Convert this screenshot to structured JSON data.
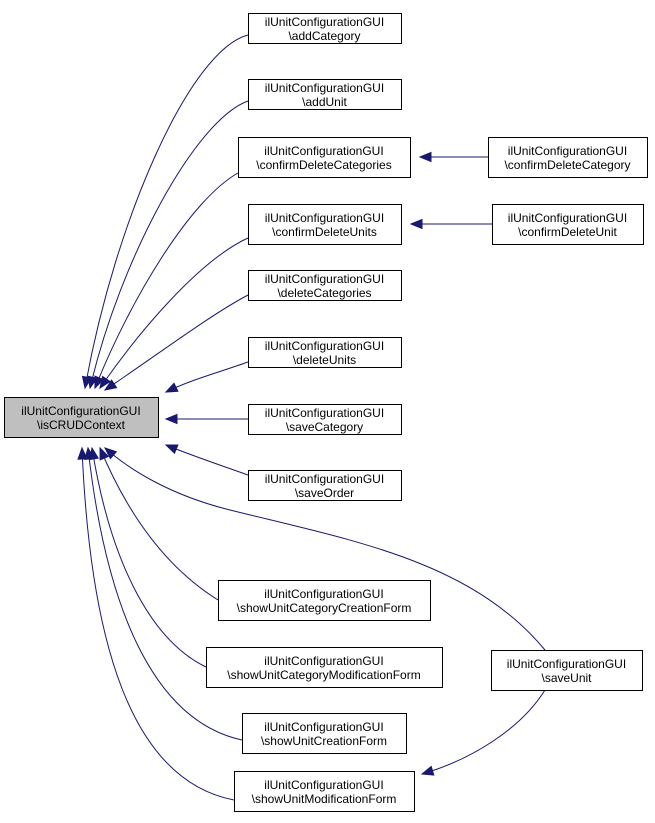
{
  "colors": {
    "edge": "#191970",
    "node_fill": "#ffffff",
    "focus_fill": "#bfbfbf",
    "border": "#000000"
  },
  "nodes": [
    {
      "id": "iscrud",
      "line1": "ilUnitConfigurationGUI",
      "line2": "\\isCRUDContext",
      "focus": true
    },
    {
      "id": "addCategory",
      "line1": "ilUnitConfigurationGUI",
      "line2": "\\addCategory"
    },
    {
      "id": "addUnit",
      "line1": "ilUnitConfigurationGUI",
      "line2": "\\addUnit"
    },
    {
      "id": "confirmDeleteCategories",
      "line1": "ilUnitConfigurationGUI",
      "line2": "\\confirmDeleteCategories"
    },
    {
      "id": "confirmDeleteCategory",
      "line1": "ilUnitConfigurationGUI",
      "line2": "\\confirmDeleteCategory"
    },
    {
      "id": "confirmDeleteUnits",
      "line1": "ilUnitConfigurationGUI",
      "line2": "\\confirmDeleteUnits"
    },
    {
      "id": "confirmDeleteUnit",
      "line1": "ilUnitConfigurationGUI",
      "line2": "\\confirmDeleteUnit"
    },
    {
      "id": "deleteCategories",
      "line1": "ilUnitConfigurationGUI",
      "line2": "\\deleteCategories"
    },
    {
      "id": "deleteUnits",
      "line1": "ilUnitConfigurationGUI",
      "line2": "\\deleteUnits"
    },
    {
      "id": "saveCategory",
      "line1": "ilUnitConfigurationGUI",
      "line2": "\\saveCategory"
    },
    {
      "id": "saveOrder",
      "line1": "ilUnitConfigurationGUI",
      "line2": "\\saveOrder"
    },
    {
      "id": "showUnitCategoryCreationForm",
      "line1": "ilUnitConfigurationGUI",
      "line2": "\\showUnitCategoryCreationForm"
    },
    {
      "id": "showUnitCategoryModificationForm",
      "line1": "ilUnitConfigurationGUI",
      "line2": "\\showUnitCategoryModificationForm"
    },
    {
      "id": "showUnitCreationForm",
      "line1": "ilUnitConfigurationGUI",
      "line2": "\\showUnitCreationForm"
    },
    {
      "id": "showUnitModificationForm",
      "line1": "ilUnitConfigurationGUI",
      "line2": "\\showUnitModificationForm"
    },
    {
      "id": "saveUnit",
      "line1": "ilUnitConfigurationGUI",
      "line2": "\\saveUnit"
    }
  ],
  "edges": [
    {
      "from": "addCategory",
      "to": "iscrud"
    },
    {
      "from": "addUnit",
      "to": "iscrud"
    },
    {
      "from": "confirmDeleteCategories",
      "to": "iscrud"
    },
    {
      "from": "confirmDeleteCategory",
      "to": "confirmDeleteCategories"
    },
    {
      "from": "confirmDeleteUnits",
      "to": "iscrud"
    },
    {
      "from": "confirmDeleteUnit",
      "to": "confirmDeleteUnits"
    },
    {
      "from": "deleteCategories",
      "to": "iscrud"
    },
    {
      "from": "deleteUnits",
      "to": "iscrud"
    },
    {
      "from": "saveCategory",
      "to": "iscrud"
    },
    {
      "from": "saveOrder",
      "to": "iscrud"
    },
    {
      "from": "saveUnit",
      "to": "iscrud"
    },
    {
      "from": "showUnitCategoryCreationForm",
      "to": "iscrud"
    },
    {
      "from": "showUnitCategoryModificationForm",
      "to": "iscrud"
    },
    {
      "from": "showUnitCreationForm",
      "to": "iscrud"
    },
    {
      "from": "showUnitModificationForm",
      "to": "iscrud"
    },
    {
      "from": "saveUnit",
      "to": "showUnitModificationForm"
    }
  ]
}
